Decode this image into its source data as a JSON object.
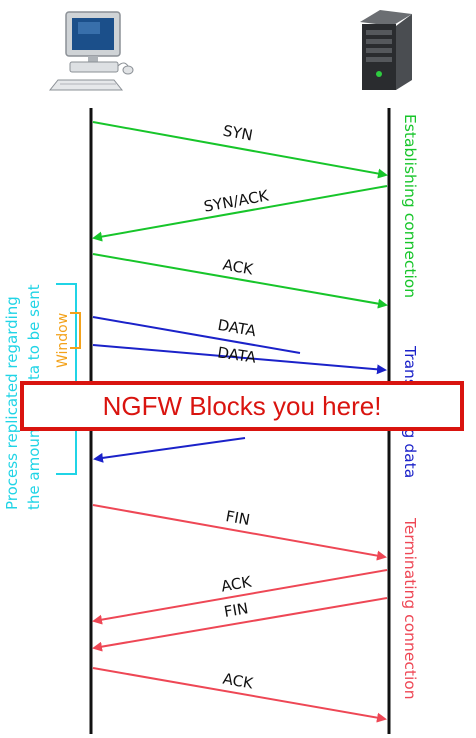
{
  "colors": {
    "green": "#17c52a",
    "blue": "#1b22c9",
    "red": "#ee4755",
    "cyan": "#20d4e6",
    "orange": "#f3a21b",
    "banner_red": "#d9140f"
  },
  "icons": {
    "client": "desktop-computer-icon",
    "server": "server-tower-icon"
  },
  "messages": [
    {
      "label": "SYN",
      "phase": "establishing"
    },
    {
      "label": "SYN/ACK",
      "phase": "establishing"
    },
    {
      "label": "ACK",
      "phase": "establishing"
    },
    {
      "label": "DATA",
      "phase": "transferring"
    },
    {
      "label": "DATA",
      "phase": "transferring"
    },
    {
      "label": "",
      "phase": "transferring"
    },
    {
      "label": "FIN",
      "phase": "terminating"
    },
    {
      "label": "ACK",
      "phase": "terminating"
    },
    {
      "label": "FIN",
      "phase": "terminating"
    },
    {
      "label": "ACK",
      "phase": "terminating"
    }
  ],
  "phases": {
    "establishing": "Establishing connection",
    "transferring": "Transferring data",
    "terminating": "Terminating connection"
  },
  "side_note": {
    "line1": "Process replicated regarding",
    "line2": "the amount of data to be sent",
    "window": "Window"
  },
  "banner": "NGFW Blocks you here!"
}
